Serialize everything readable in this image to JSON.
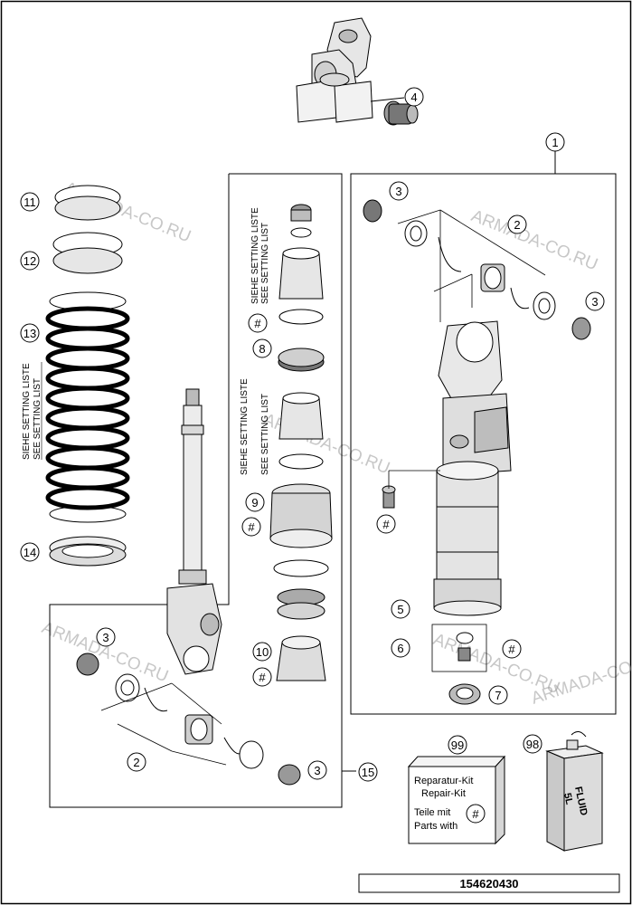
{
  "watermarks": [
    "ARMADA-CO.RU",
    "ARMADA-CO.RU",
    "ARMADA-CO.RU",
    "ARMADA-CO.RU",
    "ARMADA-CO.RU",
    "ARMADA-CO.RU"
  ],
  "callouts": {
    "c1": "1",
    "c2a": "2",
    "c2b": "2",
    "c3a": "3",
    "c3b": "3",
    "c3c": "3",
    "c3d": "3",
    "c4": "4",
    "c5": "5",
    "c6": "6",
    "c7": "7",
    "c8": "8",
    "c9": "9",
    "c10": "10",
    "c11": "11",
    "c12": "12",
    "c13": "13",
    "c14": "14",
    "c15": "15",
    "c98": "98",
    "c99": "99"
  },
  "hash_mark": "#",
  "notes": {
    "spring_line1": "SIEHE SETTING LISTE",
    "spring_line2": "SEE SETTING LIST",
    "upper_line1": "SIEHE SETTING LISTE",
    "upper_line2": "SEE SETTING LIST",
    "mid_line1": "SIEHE SETTING LISTE",
    "mid_line2": "SEE SETTING LIST"
  },
  "kit": {
    "line1": "Reparatur-Kit",
    "line2": "Repair-Kit",
    "line3": "Teile mit",
    "line4": "Parts with"
  },
  "fluid_can": {
    "line1": "FLUID",
    "line2": "5L"
  },
  "drawing_code": "154620430"
}
